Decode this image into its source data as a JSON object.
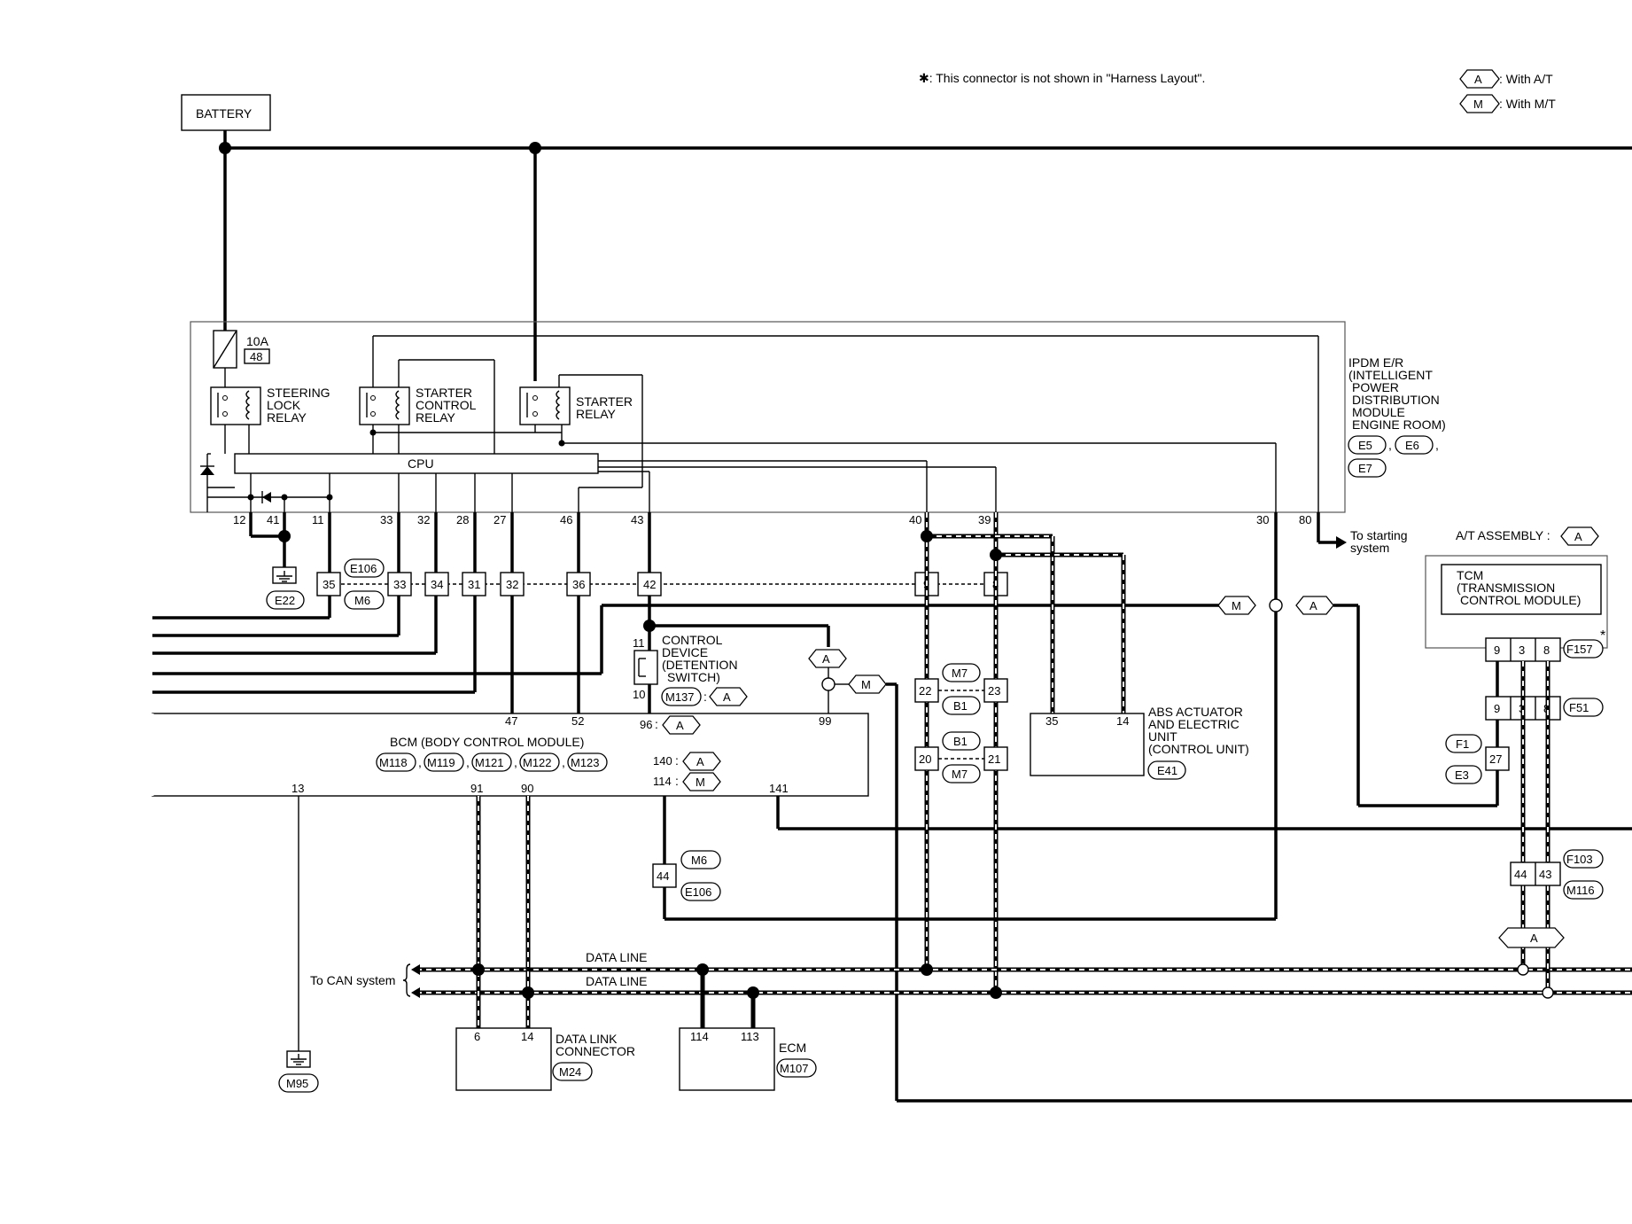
{
  "notes": {
    "connector_note": "✱: This connector is not shown in \"Harness Layout\".",
    "legend_a_text": ": With A/T",
    "legend_m_text": ": With M/T",
    "legend_a": "A",
    "legend_m": "M"
  },
  "battery": {
    "label": "BATTERY"
  },
  "ipdm": {
    "label_lines": [
      "IPDM E/R",
      "(INTELLIGENT",
      "POWER",
      "DISTRIBUTION",
      "MODULE",
      "ENGINE ROOM)"
    ],
    "connectors": [
      "E5",
      "E6",
      "E7"
    ],
    "fuse_amp": "10A",
    "fuse_no": "48",
    "steering_lock_relay": [
      "STEERING",
      "LOCK",
      "RELAY"
    ],
    "starter_control_relay": [
      "STARTER",
      "CONTROL",
      "RELAY"
    ],
    "starter_relay": [
      "STARTER",
      "RELAY"
    ],
    "cpu": "CPU",
    "pins": [
      "12",
      "41",
      "11",
      "33",
      "32",
      "28",
      "27",
      "46",
      "43",
      "40",
      "39",
      "30",
      "80"
    ]
  },
  "to_starting": [
    "To starting",
    "system"
  ],
  "ground_connectors": {
    "e22": "E22",
    "m95": "M95"
  },
  "joint_connectors": {
    "e106": "E106",
    "m6": "M6",
    "pins": [
      "35",
      "33",
      "34",
      "31",
      "32",
      "36",
      "42",
      "9",
      "8"
    ]
  },
  "control_device": {
    "label_lines": [
      "CONTROL",
      "DEVICE",
      "(DETENTION",
      "SWITCH)"
    ],
    "pin_top": "11",
    "pin_bottom": "10",
    "connector": "M137",
    "variant": "A"
  },
  "hex_labels": {
    "a": "A",
    "m": "M"
  },
  "bcm": {
    "label": "BCM (BODY CONTROL MODULE)",
    "connectors": [
      "M118",
      "M119",
      "M121",
      "M122",
      "M123"
    ],
    "pins_top": [
      "47",
      "52",
      "96",
      "99"
    ],
    "pins_bottom": [
      "13",
      "91",
      "90",
      "140",
      "114",
      "141"
    ]
  },
  "m7b1": {
    "m7": "M7",
    "b1": "B1",
    "pins_upper": [
      "22",
      "23"
    ],
    "pins_lower": [
      "20",
      "21"
    ]
  },
  "abs": {
    "label_lines": [
      "ABS ACTUATOR",
      "AND ELECTRIC",
      "UNIT",
      "(CONTROL UNIT)"
    ],
    "connector": "E41",
    "pins": [
      "35",
      "14"
    ]
  },
  "at_assembly": {
    "label": "A/T ASSEMBLY :",
    "variant": "A",
    "tcm_lines": [
      "TCM",
      "(TRANSMISSION",
      "CONTROL MODULE)"
    ],
    "f157": "F157",
    "f51": "F51",
    "f1": "F1",
    "e3": "E3",
    "f103": "F103",
    "m116": "M116",
    "pins": [
      "9",
      "3",
      "8"
    ],
    "pin27": "27",
    "pins_lower": [
      "44",
      "43"
    ]
  },
  "e106_44": {
    "pin": "44",
    "m6": "M6",
    "e106": "E106"
  },
  "can": {
    "data_line_1": "DATA LINE",
    "data_line_2": "DATA LINE",
    "to_can": "To CAN system"
  },
  "dlc": {
    "label_lines": [
      "DATA LINK",
      "CONNECTOR"
    ],
    "connector": "M24",
    "pins": [
      "6",
      "14"
    ]
  },
  "ecm": {
    "label": "ECM",
    "connector": "M107",
    "pins": [
      "114",
      "113"
    ]
  }
}
